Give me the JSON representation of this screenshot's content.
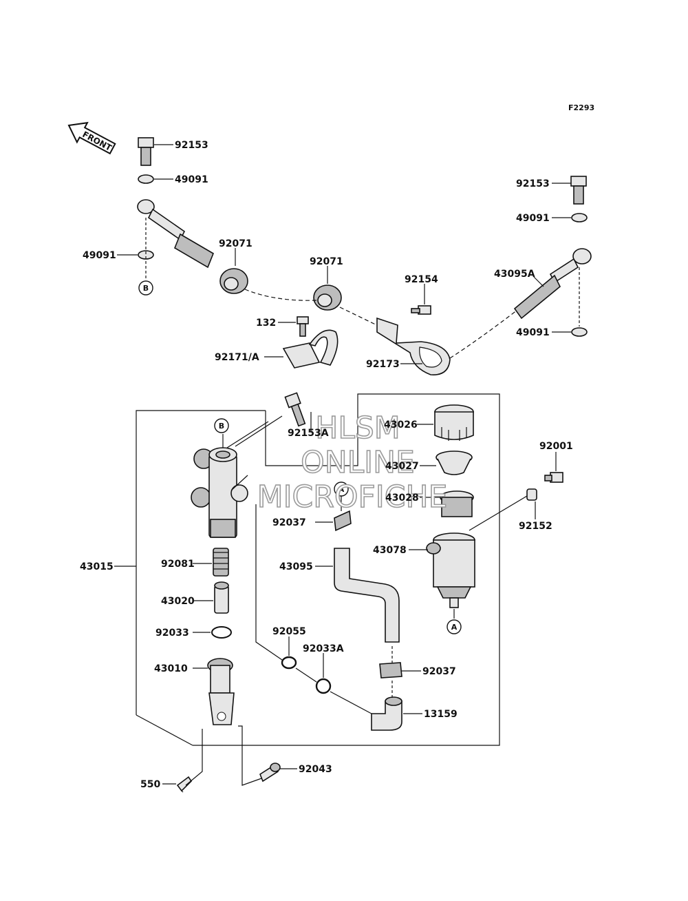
{
  "figure_code": "F2293",
  "front_label": "FRONT",
  "watermark": [
    "HLSM",
    "ONLINE",
    "MICROFICHE"
  ],
  "callouts": {
    "a_top": "A",
    "a_bottom": "A",
    "b_top": "B",
    "b_bottom": "B"
  },
  "part_numbers": [
    "92153",
    "49091",
    "49091",
    "92071",
    "92071",
    "92153",
    "49091",
    "43095A",
    "49091",
    "92154",
    "132",
    "92171/A",
    "92173",
    "92153A",
    "43026",
    "43027",
    "43028",
    "92001",
    "92152",
    "92037",
    "43078",
    "43095",
    "43015",
    "92081",
    "43020",
    "92033",
    "92055",
    "92033A",
    "92037",
    "43010",
    "13159",
    "550",
    "92043"
  ]
}
